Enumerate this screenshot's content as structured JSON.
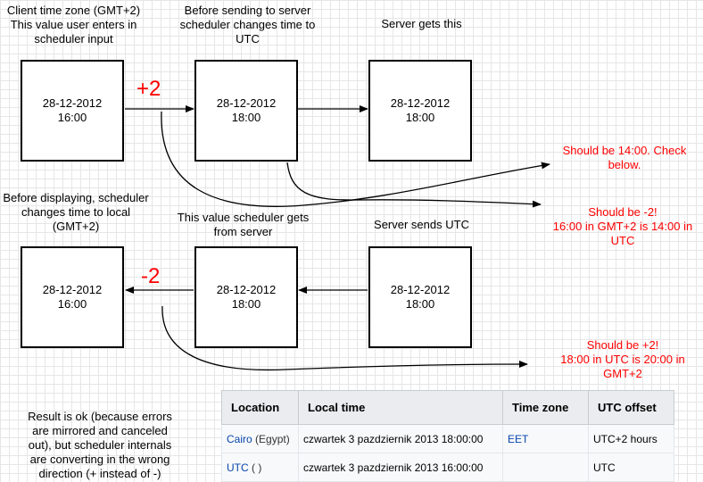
{
  "labels": {
    "client_tz": [
      "Client time zone (GMT+2)",
      "This value user enters in",
      "scheduler input"
    ],
    "before_send": [
      "Before sending to server",
      "scheduler changes time to",
      "UTC"
    ],
    "server_gets": "Server gets this",
    "before_display": [
      "Before displaying, scheduler",
      "changes time to local",
      "(GMT+2)"
    ],
    "value_gets": [
      "This value scheduler gets",
      "from server"
    ],
    "server_sends": "Server sends UTC"
  },
  "nodes": {
    "n1": [
      "28-12-2012",
      "16:00"
    ],
    "n2": [
      "28-12-2012",
      "18:00"
    ],
    "n3": [
      "28-12-2012",
      "18:00"
    ],
    "n4": [
      "28-12-2012",
      "16:00"
    ],
    "n5": [
      "28-12-2012",
      "18:00"
    ],
    "n6": [
      "28-12-2012",
      "18:00"
    ]
  },
  "ops": {
    "plus": "+2",
    "minus": "-2"
  },
  "notes": {
    "check": [
      "Should be 14:00. Check",
      "below."
    ],
    "minus": [
      "Should be -2!",
      "16:00 in GMT+2 is 14:00 in",
      "UTC"
    ],
    "plus": [
      "Should be +2!",
      "18:00 in UTC is 20:00 in",
      "GMT+2"
    ],
    "result": [
      "Result is ok (because errors",
      "are mirrored and canceled",
      "out), but scheduler internals",
      "are converting in the wrong",
      "direction (+ instead of -)"
    ]
  },
  "colors": {
    "error": "#ff0000",
    "link": "#0645ad"
  },
  "table": {
    "headers": [
      "Location",
      "Local time",
      "Time zone",
      "UTC offset"
    ],
    "rows": [
      {
        "city": "Cairo",
        "country": "(Egypt)",
        "time": "czwartek 3 pazdziernik 2013 18:00:00",
        "tz": "EET",
        "offset": "UTC+2 hours"
      },
      {
        "city": "UTC",
        "country": "( )",
        "time": "czwartek 3 pazdziernik 2013 16:00:00",
        "tz": "",
        "offset": "UTC"
      }
    ]
  }
}
